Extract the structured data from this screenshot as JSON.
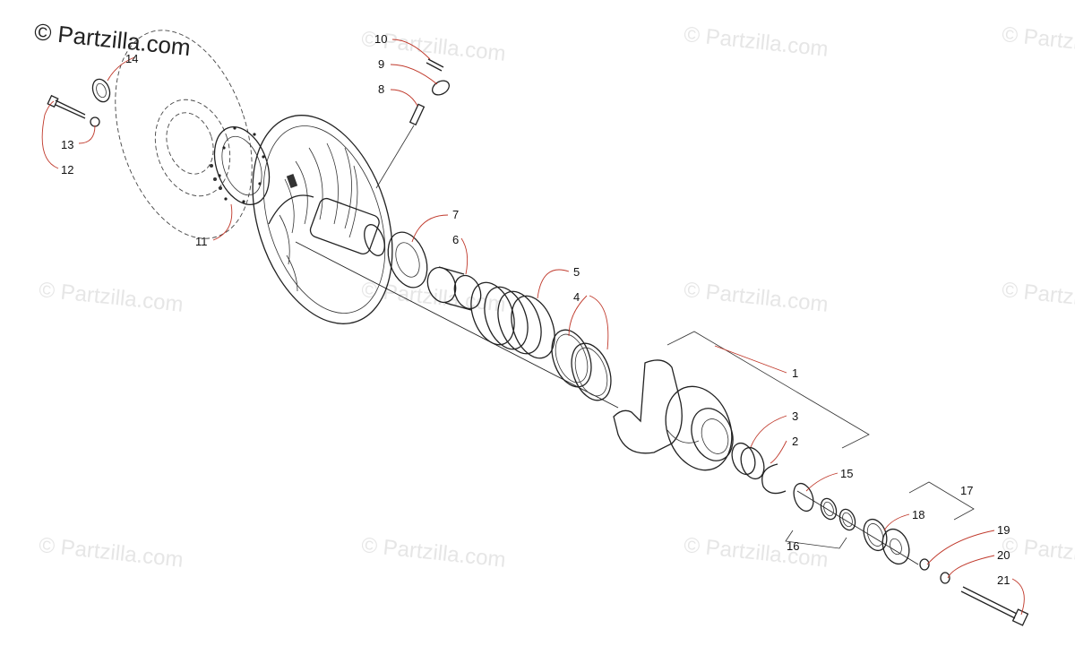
{
  "brand": "© Partzilla.com",
  "watermark": "© Partzilla.com",
  "callouts": [
    "1",
    "2",
    "3",
    "4",
    "5",
    "6",
    "7",
    "8",
    "9",
    "10",
    "11",
    "12",
    "13",
    "14",
    "15",
    "16",
    "17",
    "18",
    "19",
    "20",
    "21"
  ],
  "colors": {
    "leader": "#c0392b",
    "line": "#222222",
    "watermark": "#e6e6e6"
  }
}
